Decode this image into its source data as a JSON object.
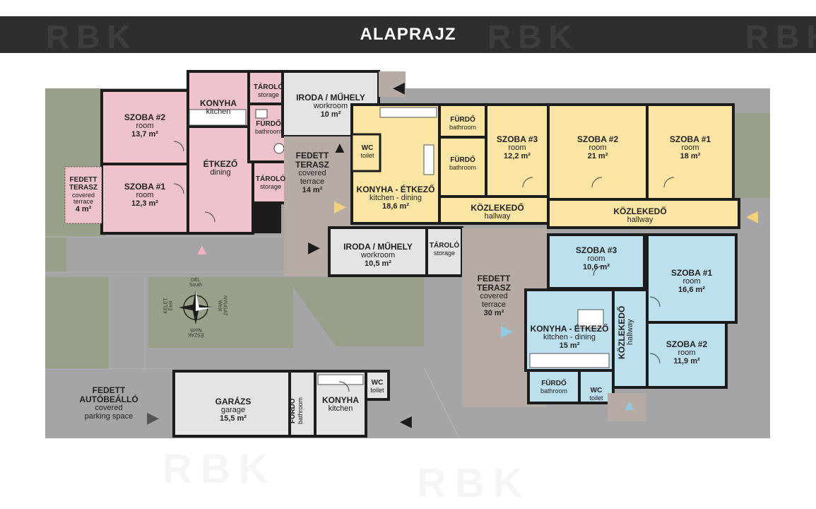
{
  "header": {
    "title": "ALAPRAJZ",
    "watermark": "RBK"
  },
  "colors": {
    "pink": "#eec3cc",
    "yellow": "#fbe5a4",
    "blue": "#bde0ee",
    "gray_room": "#e4e4e4",
    "terrace": "#b7aba5",
    "ground": "#a5a5a7",
    "grass": "#98a08a"
  },
  "compass": {
    "south": "DÉL",
    "south_en": "South",
    "west": "NYUGAT",
    "west_en": "West",
    "north": "ÉSZAK",
    "north_en": "North",
    "east": "KELET",
    "east_en": "East"
  },
  "rooms": {
    "pink_szoba2": {
      "name": "SZOBA #2",
      "en": "room",
      "area": "13,7 m²"
    },
    "pink_szoba1": {
      "name": "SZOBA #1",
      "en": "room",
      "area": "12,3 m²"
    },
    "pink_konyha": {
      "name": "KONYHA",
      "en": "kitchen"
    },
    "pink_etkezo": {
      "name": "ÉTKEZŐ",
      "en": "dining"
    },
    "pink_tarolo1": {
      "name": "TÁROLÓ",
      "en": "storage"
    },
    "pink_furdo": {
      "name": "FÜRDŐ",
      "en": "bathroom"
    },
    "pink_tarolo2": {
      "name": "TÁROLÓ",
      "en": "storage"
    },
    "pink_terasz": {
      "name1": "FEDETT",
      "name2": "TERASZ",
      "en1": "covered",
      "en2": "terrace",
      "area": "4 m²"
    },
    "iroda_top": {
      "name": "IRODA / MŰHELY",
      "en": "workroom",
      "area": "10 m²"
    },
    "terasz_mid": {
      "name1": "FEDETT",
      "name2": "TERASZ",
      "en1": "covered",
      "en2": "terrace",
      "area": "14 m²"
    },
    "iroda_mid": {
      "name": "IRODA / MŰHELY",
      "en": "workroom",
      "area": "10,5 m²"
    },
    "tarolo_mid": {
      "name": "TÁROLÓ",
      "en": "storage"
    },
    "y_wc": {
      "name": "WC",
      "en": "toilet"
    },
    "y_konyha": {
      "name": "KONYHA - ÉTKEZŐ",
      "en": "kitchen - dining",
      "area": "18,6 m²"
    },
    "y_furdo1": {
      "name": "FÜRDŐ",
      "en": "bathroom"
    },
    "y_furdo2": {
      "name": "FÜRDŐ",
      "en": "bathroom"
    },
    "y_szoba3": {
      "name": "SZOBA #3",
      "en": "room",
      "area": "12,2 m²"
    },
    "y_szoba2": {
      "name": "SZOBA #2",
      "en": "room",
      "area": "21 m²"
    },
    "y_szoba1": {
      "name": "SZOBA #1",
      "en": "room",
      "area": "18 m²"
    },
    "y_kozl1": {
      "name": "KÖZLEKEDŐ",
      "en": "hallway"
    },
    "y_kozl2": {
      "name": "KÖZLEKEDŐ",
      "en": "hallway"
    },
    "terasz_big": {
      "name1": "FEDETT",
      "name2": "TERASZ",
      "en1": "covered",
      "en2": "terrace",
      "area": "30 m²"
    },
    "b_szoba3": {
      "name": "SZOBA #3",
      "en": "room",
      "area": "10,6 m²"
    },
    "b_szoba1": {
      "name": "SZOBA #1",
      "en": "room",
      "area": "16,6 m²"
    },
    "b_szoba2": {
      "name": "SZOBA #2",
      "en": "room",
      "area": "11,9 m²"
    },
    "b_konyha": {
      "name": "KONYHA - ÉTKEZŐ",
      "en": "kitchen - dining",
      "area": "15 m²"
    },
    "b_kozl": {
      "name": "KÖZLEKEDŐ",
      "en": "hallway"
    },
    "b_furdo": {
      "name": "FÜRDŐ",
      "en": "bathroom"
    },
    "b_wc": {
      "name": "WC",
      "en": "toilet"
    },
    "autobeallo": {
      "name1": "FEDETT",
      "name2": "AUTÓBEÁLLÓ",
      "en1": "covered",
      "en2": "parking space"
    },
    "garazs": {
      "name": "GARÁZS",
      "en": "garage",
      "area": "15,5 m²"
    },
    "g_furdo": {
      "name": "FÜRDŐ",
      "en": "bathroom"
    },
    "g_konyha": {
      "name": "KONYHA",
      "en": "kitchen"
    },
    "g_wc": {
      "name": "WC",
      "en": "toilet"
    }
  }
}
